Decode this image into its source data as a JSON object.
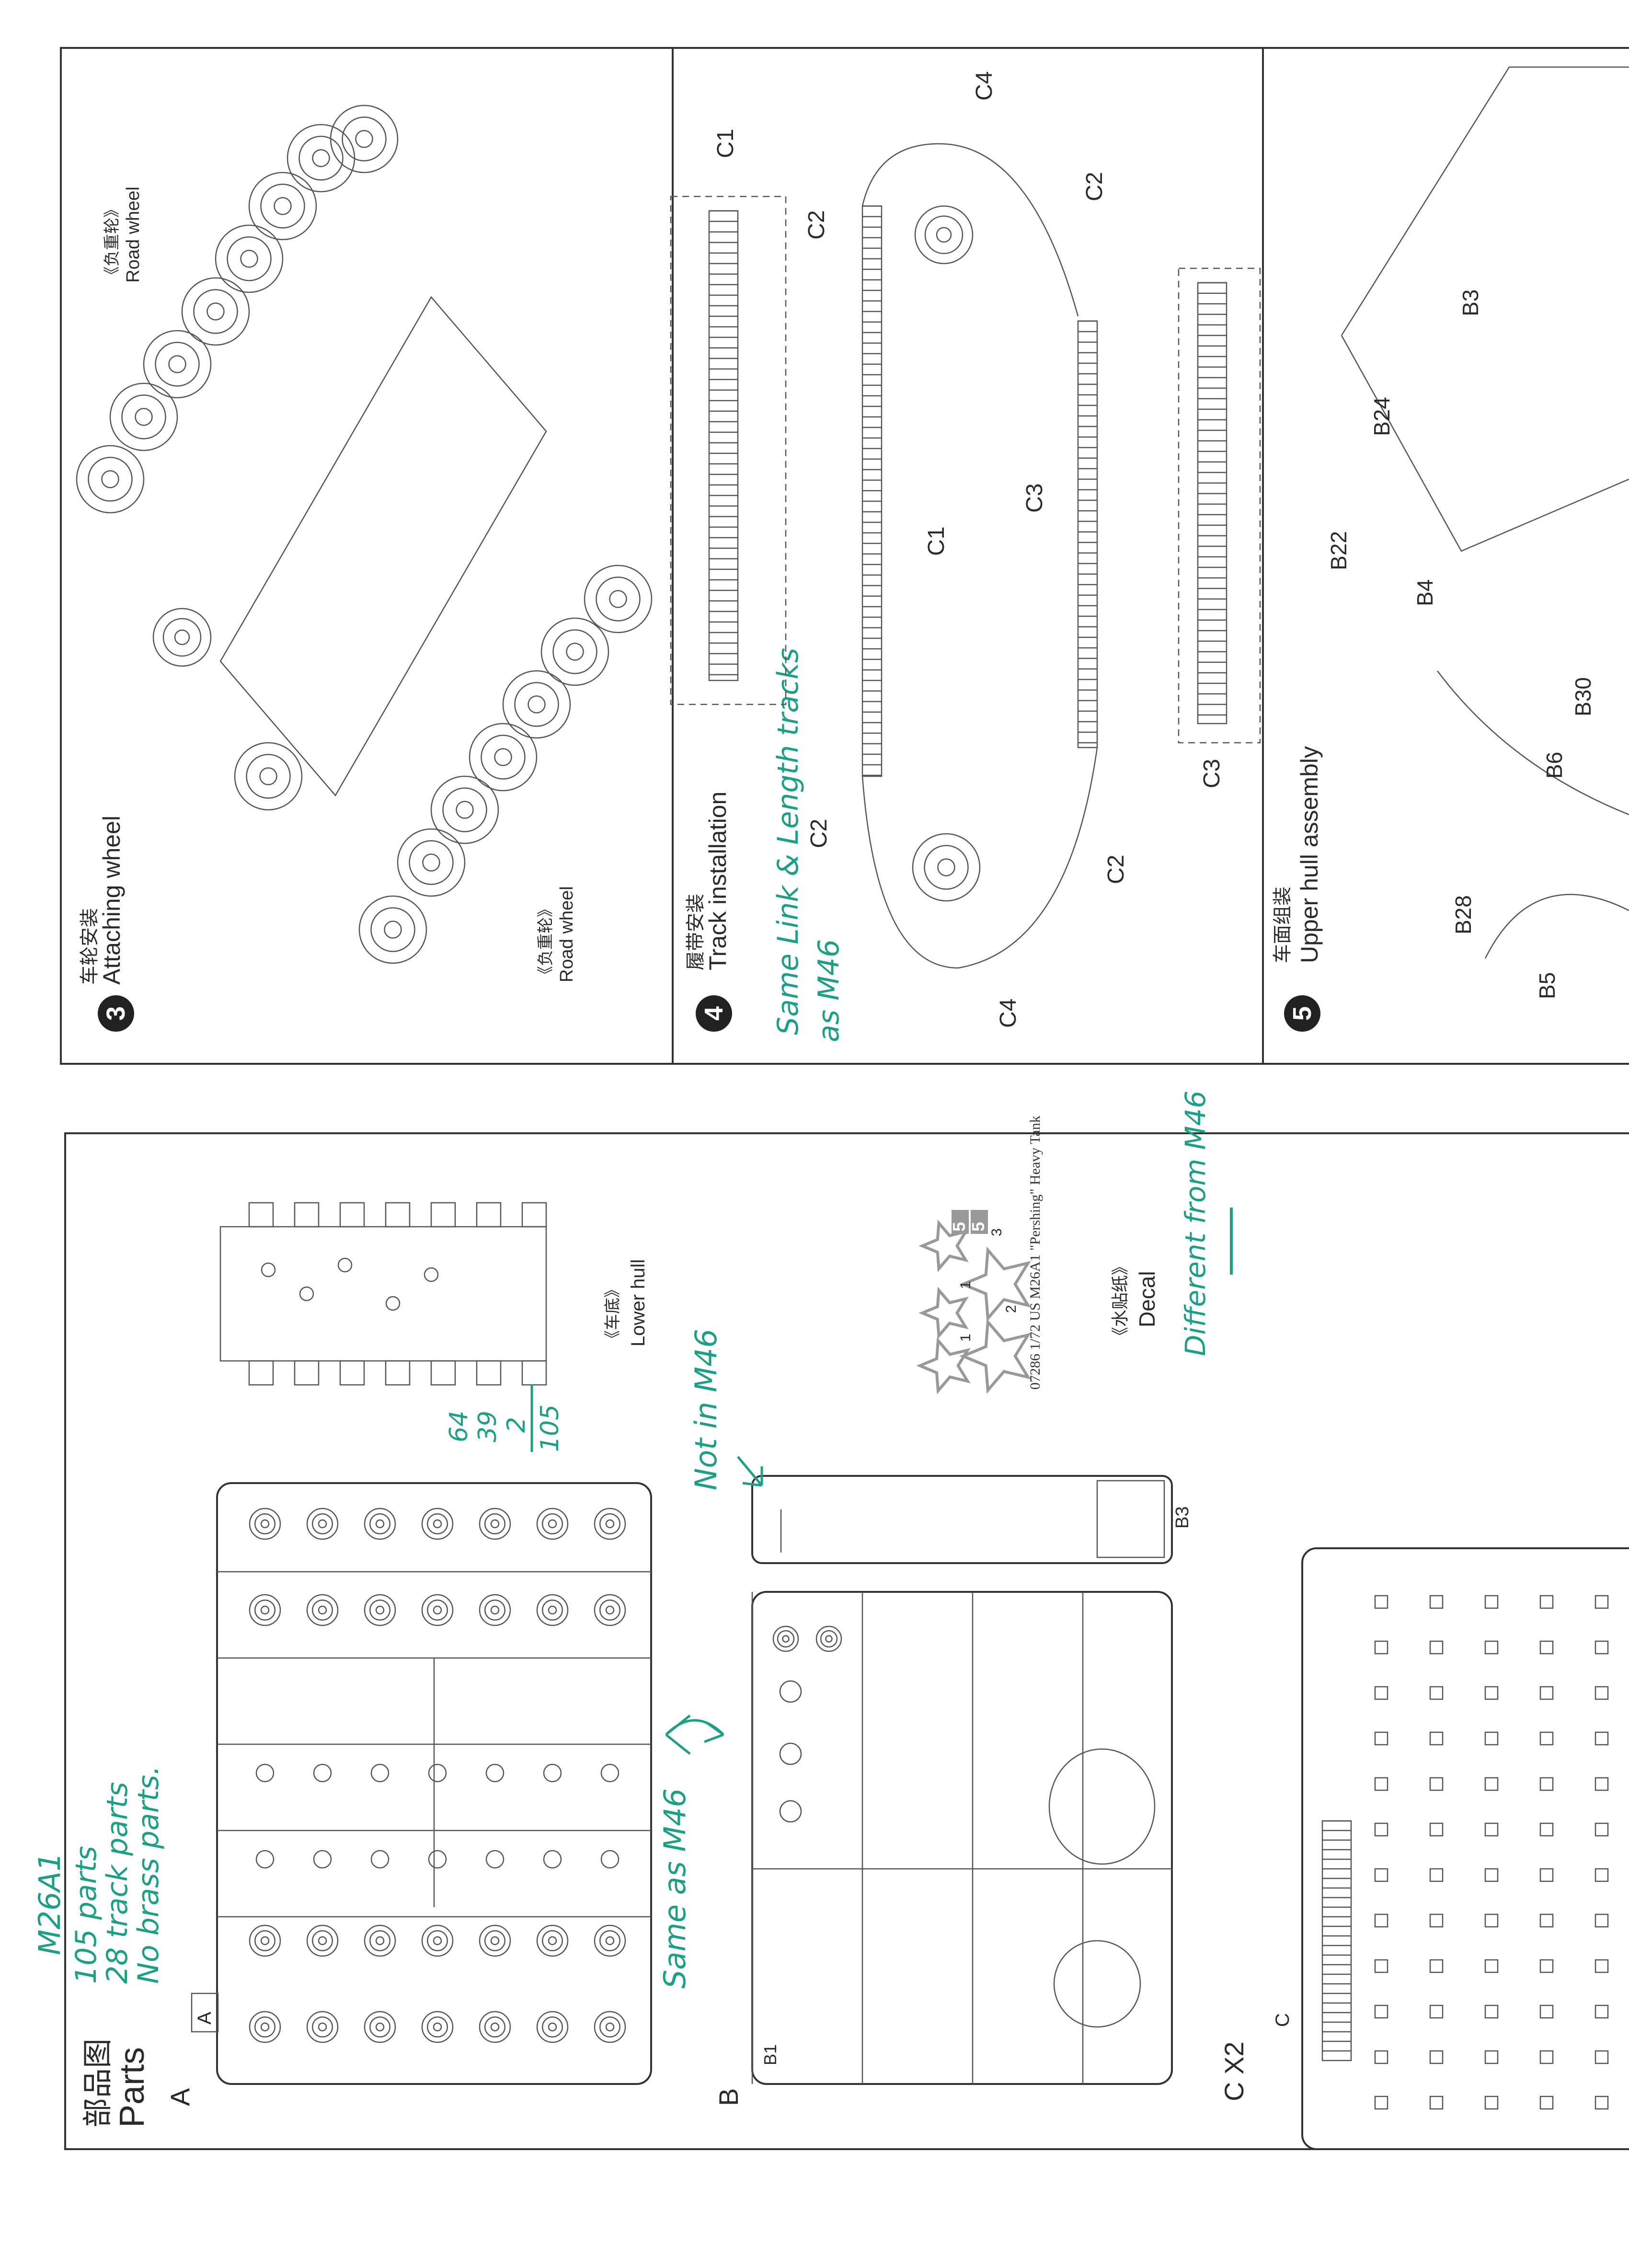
{
  "steps": [
    {
      "number": "3",
      "title_cn": "车轮安装",
      "title_en": "Attaching wheel",
      "callout_top_cn": "《负重轮》",
      "callout_top_en": "Road wheel",
      "callout_bottom_cn": "《负重轮》",
      "callout_bottom_en": "Road wheel"
    },
    {
      "number": "4",
      "title_cn": "履带安装",
      "title_en": "Track installation",
      "labels": [
        "C1",
        "C2",
        "C4",
        "C2",
        "C1",
        "C3",
        "C2",
        "C2",
        "C4",
        "C3"
      ],
      "note_line1": "Same Link & Length tracks",
      "note_line2": "as M46"
    },
    {
      "number": "5",
      "title_cn": "车面组装",
      "title_en": "Upper hull assembly",
      "labels": [
        "B3",
        "B24",
        "B22",
        "B4",
        "B30",
        "B6",
        "B28",
        "B5"
      ]
    }
  ],
  "parts": {
    "title_cn": "部品图",
    "title_en": "Parts",
    "sprue_a": "A",
    "sprue_b": "B",
    "sprue_c": "C X2",
    "tag_a": "A",
    "tag_b1": "B1",
    "tag_b3": "B3",
    "tag_c": "C",
    "lower_hull_cn": "《车底》",
    "lower_hull_en": "Lower hull",
    "decal_cn": "《水贴纸》",
    "decal_en": "Decal",
    "decal_sheet_text": "07286 1/72 US M26A1 \"Pershing\" Heavy Tank",
    "decal_numbers": [
      "1",
      "1",
      "2",
      "3",
      "5",
      "5"
    ]
  },
  "handwritten": {
    "model": "M26A1",
    "line1": "105 parts",
    "line2": "28 track parts",
    "line3": "No brass parts.",
    "sum": [
      "64",
      "39",
      "2",
      "105"
    ],
    "not_in": "Not in M46",
    "same_as": "Same as M46",
    "different": "Different from M46"
  },
  "colors": {
    "ink": "#2a2a2a",
    "handwriting": "#1e9e86"
  }
}
